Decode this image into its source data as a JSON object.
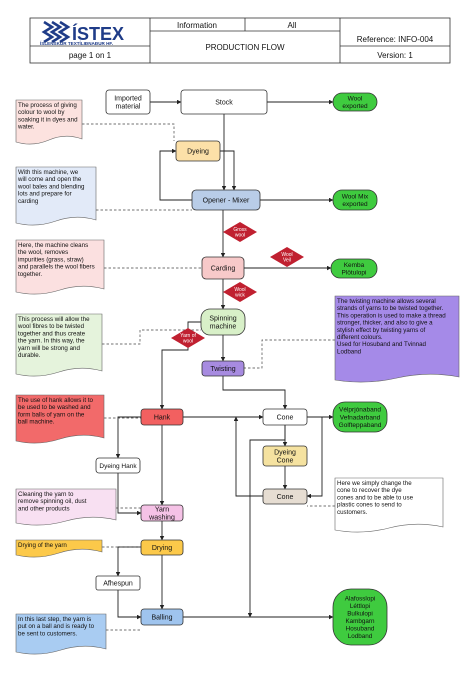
{
  "header": {
    "logo_text": "ÍSTEX",
    "logo_sub": "ÍSLENSKUR TEXTÍLIÐNAÐUR HF.",
    "page": "page 1 on 1",
    "info": "Information",
    "all": "All",
    "title": "PRODUCTION FLOW",
    "reference": "Reference: INFO-004",
    "version": "Version: 1"
  },
  "nodes": {
    "imported": [
      "Imported",
      "material"
    ],
    "stock": [
      "Stock"
    ],
    "wool_exported": [
      "Wool",
      "exported"
    ],
    "dyeing": [
      "Dyeing"
    ],
    "opener": [
      "Opener - Mixer"
    ],
    "woolmix_exported": [
      "Wool Mix",
      "exported"
    ],
    "carding": [
      "Carding"
    ],
    "kemba": [
      "Kemba",
      "Plötulopi"
    ],
    "spinning": [
      "Spinning",
      "machine"
    ],
    "twisting": [
      "Twisting"
    ],
    "hank": [
      "Hank"
    ],
    "cone": [
      "Cone"
    ],
    "velprjon": [
      "Vélprjónaband",
      "Vefnadarband",
      "Golfteppaband"
    ],
    "dyeing_hank": [
      "Dyeing Hank"
    ],
    "dyeing_cone": [
      "Dyeing",
      "Cone"
    ],
    "cone2": [
      "Cone"
    ],
    "yarn_washing": [
      "Yarn",
      "washing"
    ],
    "drying": [
      "Drying"
    ],
    "afhespun": [
      "Afhespun"
    ],
    "balling": [
      "Balling"
    ],
    "final_products": [
      "Alafosslopi",
      "Léttlopi",
      "Bulkulopi",
      "Kambgarn",
      "Hosuband",
      "Lodband"
    ]
  },
  "diamonds": {
    "gross_wool": [
      "Gross",
      "wool"
    ],
    "wool_veil": [
      "Wool",
      "Veil"
    ],
    "wool_wick": [
      "Wool",
      "wick"
    ],
    "yarn_wool": [
      "Yarn of",
      "wool"
    ]
  },
  "notes": {
    "dyeing": [
      "The process of giving",
      "colour to wool by",
      "soaking it in dyes and",
      "water."
    ],
    "opener": [
      "With this machine, we",
      "will come and open the",
      "wool bales and blending",
      "lots and prepare for",
      "carding"
    ],
    "carding": [
      "Here, the machine cleans",
      "the wool, removes",
      "impurities (grass, straw)",
      "and parallels the wool fibers",
      "together."
    ],
    "spinning": [
      "This process will allow the",
      "wool fibres to be twisted",
      "together and thus create",
      "the yarn. In this way, the",
      "yarn will be strong and",
      "durable."
    ],
    "twisting": [
      "The twisting machine allows several",
      "strands of yarns to be twisted together.",
      "This operation is used to make a thread",
      "stronger, thicker, and also to give a",
      "stylish effect by twisting yarns of",
      "different colours.",
      "Used for Hosuband and Tvinnad",
      "Lodband"
    ],
    "hank": [
      "The use of hank allows it to",
      "be used to be washed and",
      "form balls of yarn on the",
      "ball machine."
    ],
    "cone": [
      "Here we simply change the",
      "cone to recover the dye",
      "cones and to be able to use",
      "plastic cones to send to",
      "customers."
    ],
    "washing": [
      "Cleaning the yarn to",
      "remove spinning oil, dust",
      "and other products"
    ],
    "drying": [
      "Drying of the yarn"
    ],
    "balling": [
      "In this last step, the yarn is",
      "put on a ball and is ready to",
      "be sent to customers."
    ]
  },
  "colors": {
    "line": "#222222",
    "dashed": "#444444",
    "green": "#3fcb3f",
    "dyeing": "#fce0a8",
    "opener": "#b9cde8",
    "carding": "#f7c9c9",
    "spinning": "#d8f0c8",
    "twisting": "#a78be0",
    "hank": "#f26060",
    "dyeing_cone": "#f5e2a0",
    "cone2": "#e6ddd2",
    "washing": "#f5c2e6",
    "drying": "#fcc94a",
    "balling": "#9fc4ee",
    "diamond": "#c02030",
    "note_dyeing": "#fce2df",
    "note_opener": "#e2eaf8",
    "note_carding": "#fbe0e0",
    "note_spinning": "#e5f3dc",
    "note_twisting": "#a58ae8",
    "note_hank": "#f26a6a",
    "note_cone": "#ffffff",
    "note_washing": "#f8e0f2",
    "note_drying": "#fcc94a",
    "note_balling": "#a9ccf2"
  }
}
